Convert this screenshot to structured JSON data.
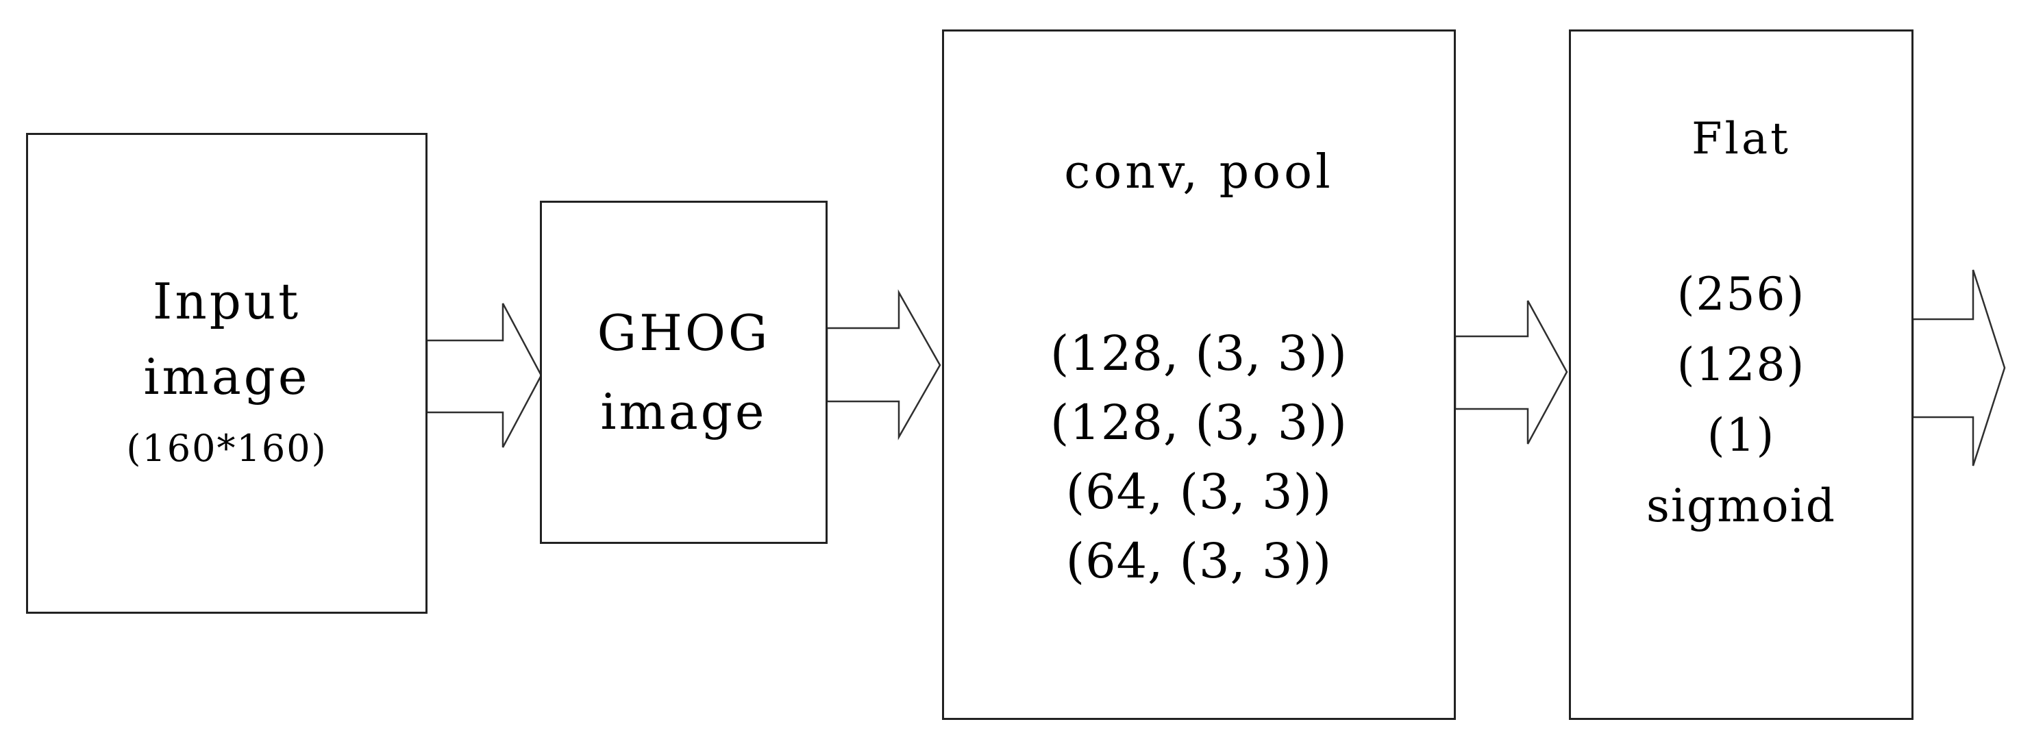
{
  "diagram": {
    "type": "flowchart",
    "direction": "left-to-right",
    "nodes": [
      {
        "id": "input-image",
        "lines": [
          "Input",
          "image",
          "(160*160)"
        ]
      },
      {
        "id": "ghog-image",
        "lines": [
          "GHOG",
          "image"
        ]
      },
      {
        "id": "conv-pool",
        "title": "conv, pool",
        "layers": [
          "(128, (3, 3))",
          "(128, (3, 3))",
          "(64, (3, 3))",
          "(64, (3, 3))"
        ]
      },
      {
        "id": "flat",
        "title": "Flat",
        "layers": [
          "(256)",
          "(128)",
          "(1)",
          "sigmoid"
        ]
      }
    ],
    "arrows": [
      {
        "from": "input-image",
        "to": "ghog-image"
      },
      {
        "from": "ghog-image",
        "to": "conv-pool"
      },
      {
        "from": "conv-pool",
        "to": "flat"
      },
      {
        "from": "flat",
        "to": "output"
      }
    ]
  },
  "colors": {
    "background": "#ffffff",
    "box_border": "#222222",
    "arrow_outline": "#2f2f2f",
    "text": "#000000"
  }
}
